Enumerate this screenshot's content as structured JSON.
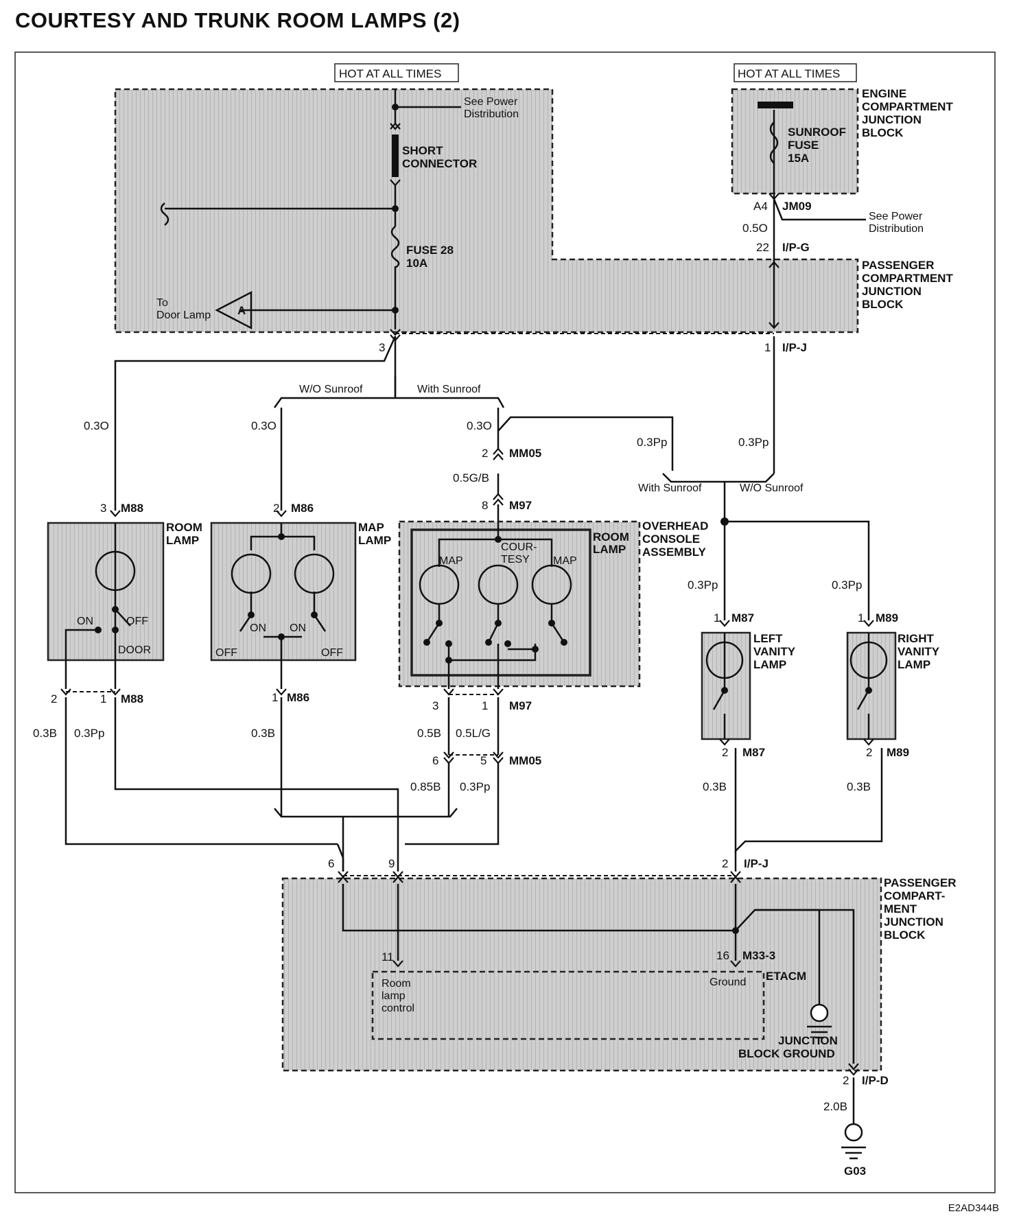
{
  "title": "COURTESY AND TRUNK ROOM LAMPS (2)",
  "doc_id": "E2AD344B",
  "power": {
    "hot_left": "HOT AT ALL TIMES",
    "hot_right": "HOT AT ALL TIMES",
    "see_power_1": "See Power",
    "see_power_2": "Distribution",
    "short_connector_1": "SHORT",
    "short_connector_2": "CONNECTOR",
    "fuse28_1": "FUSE 28",
    "fuse28_2": "10A",
    "to_door_1": "To",
    "to_door_2": "Door Lamp",
    "door_ref": "A",
    "sunroof_fuse_1": "SUNROOF",
    "sunroof_fuse_2": "FUSE",
    "sunroof_fuse_3": "15A",
    "ecjb": [
      "ENGINE",
      "COMPARTMENT",
      "JUNCTION",
      "BLOCK"
    ],
    "pcjb_top": [
      "PASSENGER",
      "COMPARTMENT",
      "JUNCTION",
      "BLOCK"
    ],
    "pcjb_bottom": [
      "PASSENGER",
      "COMPART-",
      "MENT",
      "JUNCTION",
      "BLOCK"
    ]
  },
  "connectors": {
    "a4": "A4",
    "jm09": "JM09",
    "n22": "22",
    "ipg": "I/P-G",
    "n3": "3",
    "n1": "1",
    "ipj": "I/P-J",
    "mm05_pin": "2",
    "mm05": "MM05",
    "m97_pin": "8",
    "m97": "M97",
    "m88_top_pin": "3",
    "m88": "M88",
    "m86_top_pin": "2",
    "m86": "M86",
    "m87_top_pin": "1",
    "m87": "M87",
    "m89_top_pin": "1",
    "m89": "M89",
    "m88_b2": "2",
    "m88_b1": "1",
    "m86_b1": "1",
    "m97_b3": "3",
    "m97_b1": "1",
    "mm05_b6": "6",
    "mm05_b5": "5",
    "m87_b2": "2",
    "m89_b2": "2",
    "pc6": "6",
    "pc9": "9",
    "pc2": "2",
    "n11": "11",
    "n16": "16",
    "m333": "M33-3",
    "ipd_pin": "2",
    "ipd": "I/P-D",
    "g03": "G03"
  },
  "wires": {
    "w_050": "0.5O",
    "w_030_a": "0.3O",
    "w_030_b": "0.3O",
    "w_030_c": "0.3O",
    "w_05gb": "0.5G/B",
    "w_03pp_a": "0.3Pp",
    "w_03pp_b": "0.3Pp",
    "w_03pp_c": "0.3Pp",
    "w_03pp_d": "0.3Pp",
    "w_03b_a": "0.3B",
    "w_03pp_e": "0.3Pp",
    "w_03b_b": "0.3B",
    "w_05b": "0.5B",
    "w_05lg": "0.5L/G",
    "w_085b": "0.85B",
    "w_03pp_f": "0.3Pp",
    "w_03b_c": "0.3B",
    "w_03b_d": "0.3B",
    "w_20b": "2.0B"
  },
  "options": {
    "wo_sunroof_1": "W/O Sunroof",
    "with_sunroof_1": "With Sunroof",
    "with_sunroof_2": "With Sunroof",
    "wo_sunroof_2": "W/O Sunroof"
  },
  "components": {
    "room_lamp": [
      "ROOM",
      "LAMP"
    ],
    "map_lamp": [
      "MAP",
      "LAMP"
    ],
    "overhead_room_lamp": [
      "ROOM",
      "LAMP"
    ],
    "overhead_console": [
      "OVERHEAD",
      "CONSOLE",
      "ASSEMBLY"
    ],
    "left_vanity": [
      "LEFT",
      "VANITY",
      "LAMP"
    ],
    "right_vanity": [
      "RIGHT",
      "VANITY",
      "LAMP"
    ],
    "on": "ON",
    "off": "OFF",
    "door": "DOOR",
    "map": "MAP",
    "courtesy_1": "COUR-",
    "courtesy_2": "TESY",
    "etacm": "ETACM",
    "room_lamp_control": [
      "Room",
      "lamp",
      "control"
    ],
    "ground": "Ground",
    "jb_ground": [
      "JUNCTION",
      "BLOCK GROUND"
    ]
  }
}
